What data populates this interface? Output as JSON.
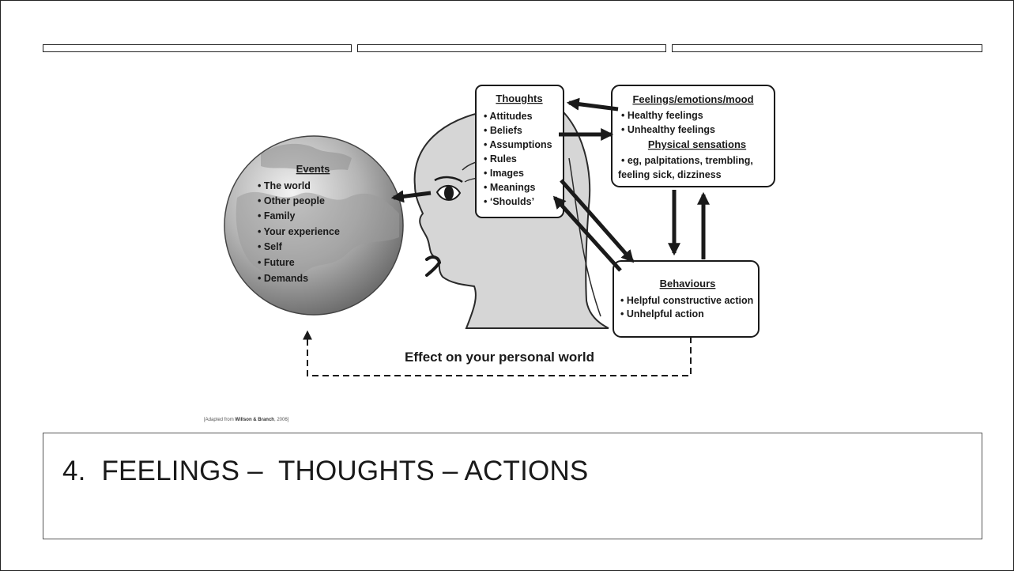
{
  "slide": {
    "title": "4.  FEELINGS –  THOUGHTS – ACTIONS",
    "citation": {
      "prefix": "[Adapted from ",
      "authors": "Willson & Branch",
      "suffix": ", 2006]"
    }
  },
  "diagram": {
    "thoughts": {
      "title": "Thoughts",
      "items": [
        "• Attitudes",
        "• Beliefs",
        "• Assumptions",
        "• Rules",
        "• Images",
        "• Meanings",
        "• ‘Shoulds’"
      ]
    },
    "feelings": {
      "title": "Feelings/emotions/mood",
      "items": [
        "• Healthy feelings",
        "• Unhealthy feelings"
      ],
      "subtitle": "Physical sensations",
      "sub_items": [
        "• eg, palpitations, trembling,",
        "feeling sick, dizziness"
      ]
    },
    "events": {
      "title": "Events",
      "items": [
        "• The world",
        "• Other people",
        "• Family",
        "• Your experience",
        "• Self",
        "• Future",
        "• Demands"
      ]
    },
    "behaviours": {
      "title": "Behaviours",
      "items": [
        "• Helpful constructive action",
        "• Unhelpful action"
      ]
    },
    "effect_label": "Effect on your personal world"
  }
}
